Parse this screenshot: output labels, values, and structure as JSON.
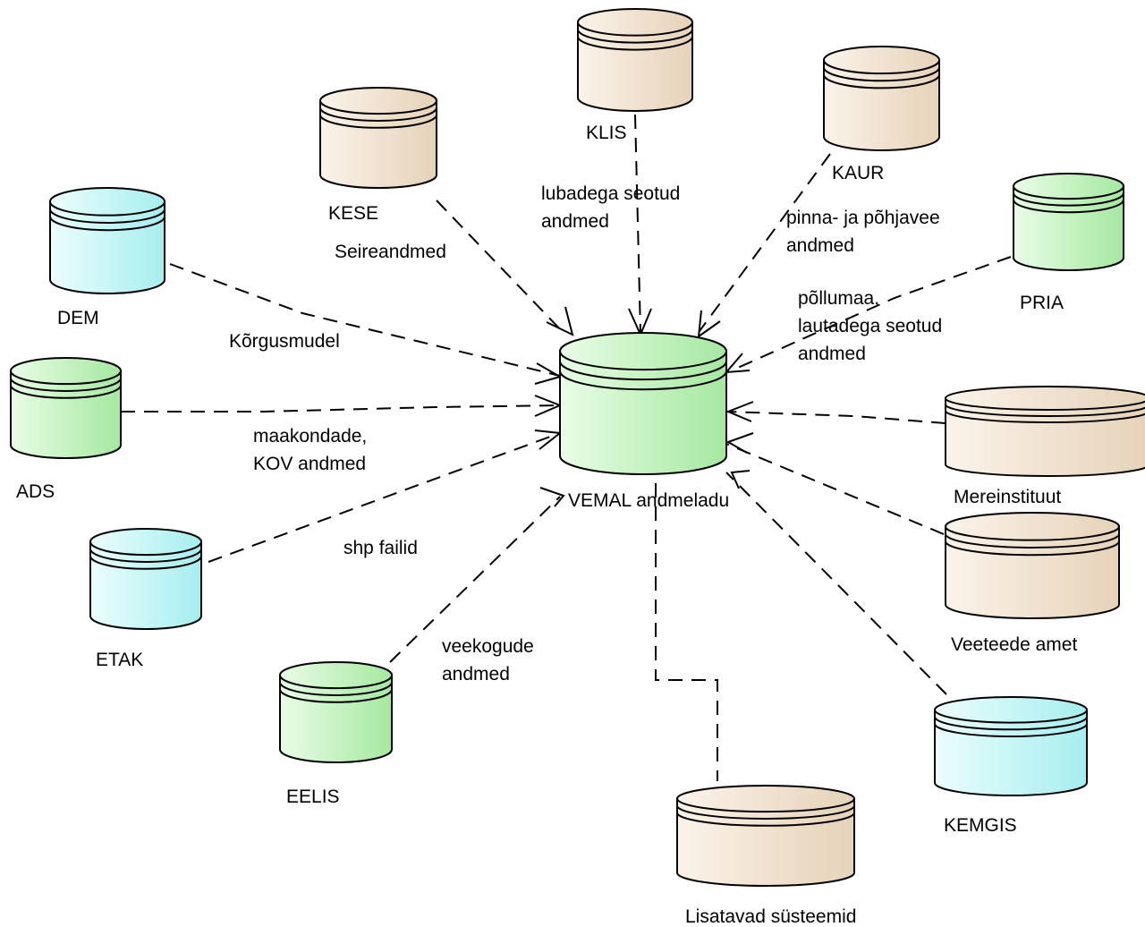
{
  "colors": {
    "beige_light": "#fbf3ea",
    "beige_dark": "#e6d2b8",
    "green_light": "#e9fde6",
    "green_dark": "#a5e8a0",
    "cyan_light": "#ecfdfd",
    "cyan_dark": "#a6eeef"
  },
  "center": {
    "name": "VEMAL andmeladu",
    "color": "green"
  },
  "nodes": [
    {
      "id": "kese",
      "name": "KESE",
      "color": "beige"
    },
    {
      "id": "klis",
      "name": "KLIS",
      "color": "beige"
    },
    {
      "id": "kaur",
      "name": "KAUR",
      "color": "beige"
    },
    {
      "id": "pria",
      "name": "PRIA",
      "color": "green"
    },
    {
      "id": "dem",
      "name": "DEM",
      "color": "cyan"
    },
    {
      "id": "ads",
      "name": "ADS",
      "color": "green"
    },
    {
      "id": "etak",
      "name": "ETAK",
      "color": "cyan"
    },
    {
      "id": "eelis",
      "name": "EELIS",
      "color": "green"
    },
    {
      "id": "lisatavad",
      "name": "Lisatavad süsteemid",
      "color": "beige"
    },
    {
      "id": "kemgis",
      "name": "KEMGIS",
      "color": "cyan"
    },
    {
      "id": "veeteede",
      "name": "Veeteede amet",
      "color": "beige"
    },
    {
      "id": "mereinstituut",
      "name": "Mereinstituut",
      "color": "beige"
    }
  ],
  "edge_labels": {
    "kese": [
      "Seireandmed"
    ],
    "klis": [
      "lubadega seotud",
      "andmed"
    ],
    "kaur": [
      "pinna- ja põhjavee",
      "andmed"
    ],
    "pria": [
      "põllumaa,",
      "lautadega seotud",
      "andmed"
    ],
    "dem": [
      "Kõrgusmudel"
    ],
    "ads": [
      "maakondade,",
      "KOV andmed"
    ],
    "etak": [
      "shp failid"
    ],
    "eelis": [
      "veekogude",
      "andmed"
    ]
  }
}
